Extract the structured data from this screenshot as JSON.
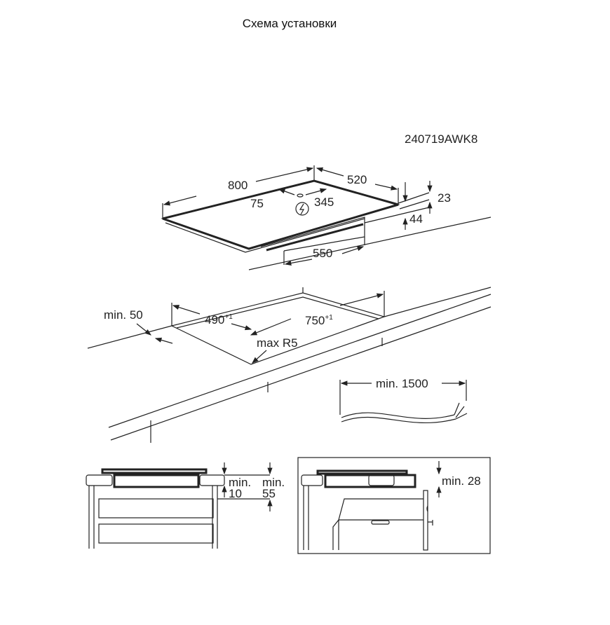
{
  "title": "Схема установки",
  "diagram": {
    "model_code": "240719AWK8",
    "hob": {
      "width": "800",
      "depth": "520",
      "conn_left": "75",
      "conn_right": "345",
      "height_top": "23",
      "height_total": "44",
      "body_width": "550",
      "power_icon": "lightning-in-circle-icon"
    },
    "cutout": {
      "min_edge": "min. 50",
      "depth": "490",
      "depth_tol": "+1",
      "width": "750",
      "width_tol": "+1",
      "radius": "max R5"
    },
    "cable": {
      "min_length": "min. 1500"
    },
    "drawer_install": {
      "gap_label": "min.",
      "gap_value": "10",
      "clear_label": "min.",
      "clear_value": "55"
    },
    "oven_install": {
      "gap": "min. 28"
    }
  }
}
